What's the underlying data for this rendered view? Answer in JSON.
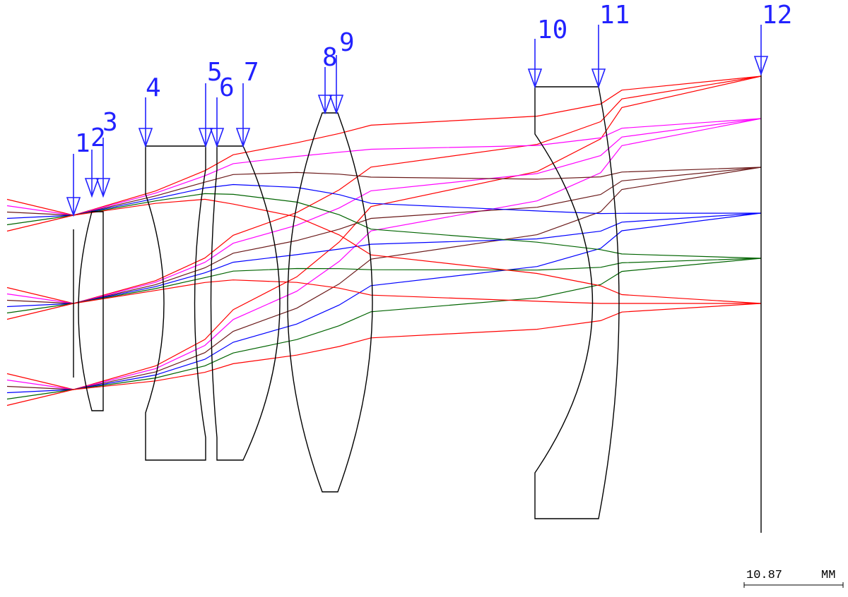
{
  "colors": {
    "lens": "#000000",
    "marker": "#2222ff",
    "background": "#ffffff"
  },
  "surface_labels": [
    "1",
    "2",
    "3",
    "4",
    "5",
    "6",
    "7",
    "8",
    "9",
    "10",
    "11",
    "12"
  ],
  "scale_bar": {
    "value": "10.87",
    "unit": "MM"
  },
  "ray_fields": [
    {
      "color": "#ff0000"
    },
    {
      "color": "#ff00ff"
    },
    {
      "color": "#6b1a1a"
    },
    {
      "color": "#0000ff"
    },
    {
      "color": "#006400"
    },
    {
      "color": "#ff0000"
    }
  ]
}
